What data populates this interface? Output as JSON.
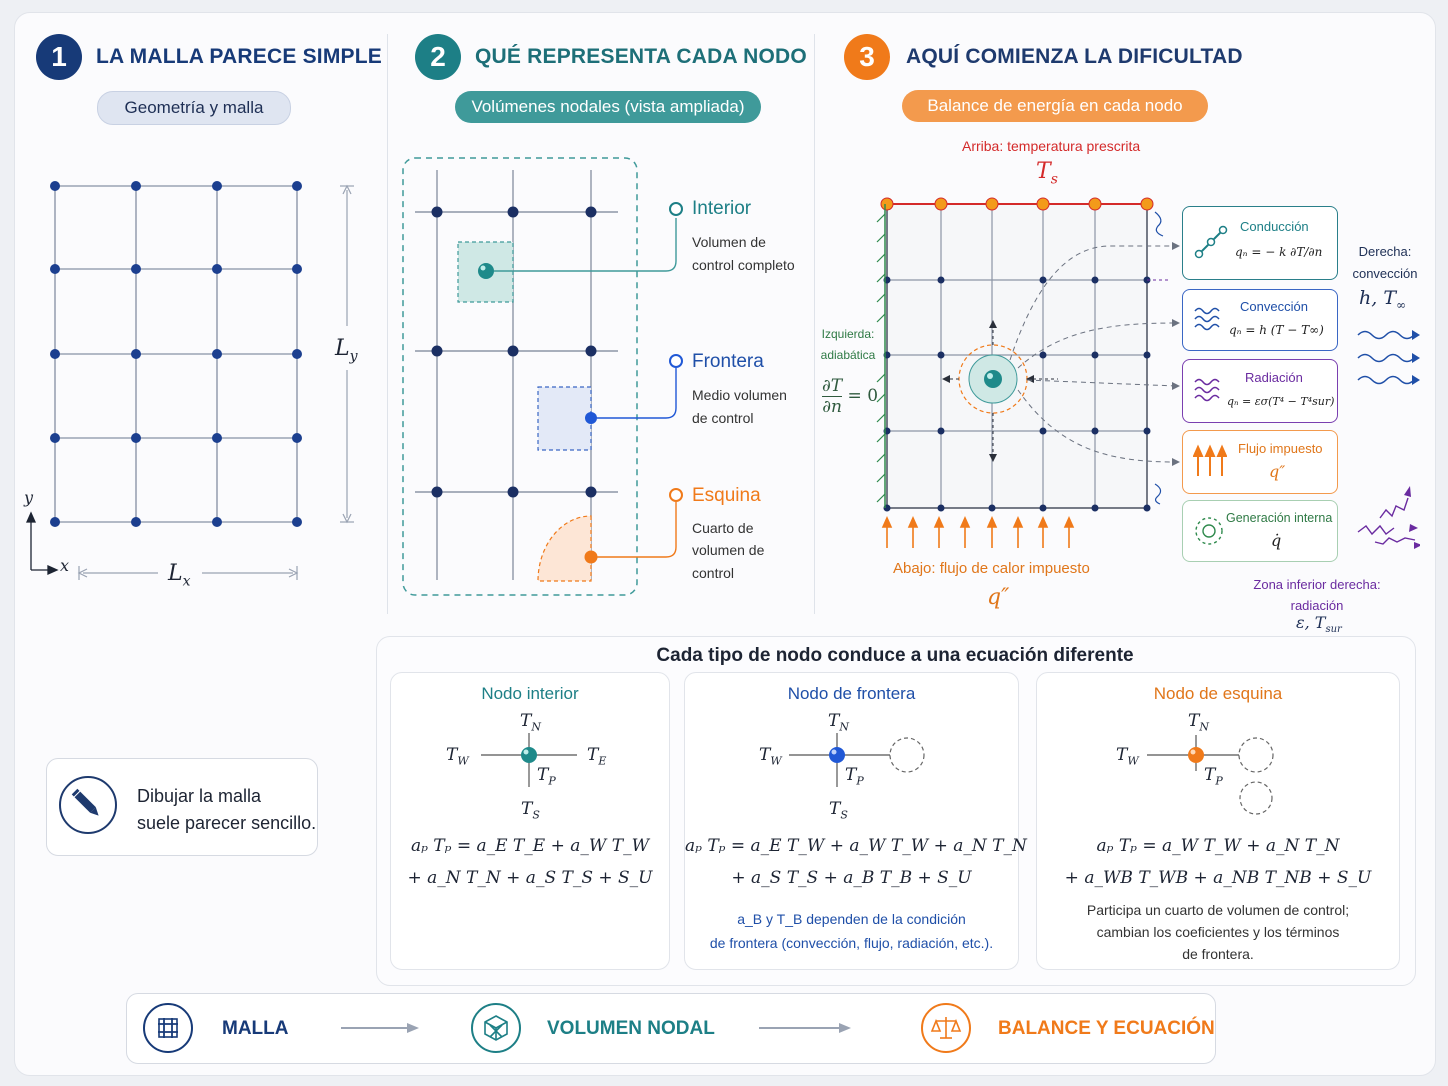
{
  "sections": [
    {
      "number": "1",
      "title": "LA MALLA PARECE SIMPLE",
      "subtitle": "Geometría y malla",
      "color": "#173a78",
      "accent": "#dfe5f1"
    },
    {
      "number": "2",
      "title": "QUÉ REPRESENTA CADA NODO",
      "subtitle": "Volúmenes nodales (vista ampliada)",
      "color": "#1d7f86",
      "accent": "#3f9a9a"
    },
    {
      "number": "3",
      "title": "AQUÍ COMIENZA LA DIFICULTAD",
      "subtitle": "Balance de energía en cada nodo",
      "color": "#1e3a6e",
      "accent": "#f39a4d"
    }
  ],
  "panel1": {
    "Ly": "L",
    "Ly_sub": "y",
    "Lx": "L",
    "Lx_sub": "x",
    "axis_y": "y",
    "axis_x": "x"
  },
  "panel2": {
    "node_types": [
      {
        "name": "Interior",
        "desc1": "Volumen de",
        "desc2": "control completo",
        "desc3": ""
      },
      {
        "name": "Frontera",
        "desc1": "Medio volumen",
        "desc2": "de control",
        "desc3": ""
      },
      {
        "name": "Esquina",
        "desc1": "Cuarto de",
        "desc2": "volumen de",
        "desc3": "control"
      }
    ]
  },
  "panel3": {
    "top_label": "Arriba: temperatura prescrita",
    "top_symbol": "T",
    "top_symbol_sub": "s",
    "left_label_1": "Izquierda:",
    "left_label_2": "adiabática",
    "left_eq_num": "∂T",
    "left_eq_den": "∂n",
    "left_eq_rhs": "= 0",
    "bottom_label": "Abajo: flujo de calor impuesto",
    "bottom_symbol": "q″",
    "right_label_1": "Derecha:",
    "right_label_2": "convección",
    "right_symbol": "h,  T",
    "right_symbol_sub": "∞",
    "corner_label_1": "Zona inferior derecha:",
    "corner_label_2": "radiación",
    "corner_symbol": "ε,  T",
    "corner_symbol_sub": "sur",
    "mechanisms": [
      {
        "name": "Conducción",
        "eq": "qₙ = − k ∂T/∂n",
        "color": "#1d7f86"
      },
      {
        "name": "Convección",
        "eq": "qₙ = h (T − T∞)",
        "color": "#1f4fa8"
      },
      {
        "name": "Radiación",
        "eq": "qₙ = εσ(T⁴ − T⁴sur)",
        "color": "#6a2ba0"
      },
      {
        "name": "Flujo impuesto",
        "eq": "q″",
        "color": "#f07a1a"
      },
      {
        "name": "Generación interna",
        "eq": "q̇",
        "color": "#2f8a4d"
      }
    ]
  },
  "equations": {
    "header": "Cada tipo de nodo conduce a una ecuación diferente",
    "interior": {
      "title": "Nodo interior",
      "labels": {
        "N": "T",
        "N_sub": "N",
        "W": "T",
        "W_sub": "W",
        "E": "T",
        "E_sub": "E",
        "P": "T",
        "P_sub": "P",
        "S": "T",
        "S_sub": "S"
      },
      "line1": "aₚ Tₚ = a_E T_E + a_W T_W",
      "line2": "+ a_N T_N + a_S T_S + S_U"
    },
    "frontera": {
      "title": "Nodo de frontera",
      "labels": {
        "N": "T",
        "N_sub": "N",
        "W": "T",
        "W_sub": "W",
        "P": "T",
        "P_sub": "P",
        "S": "T",
        "S_sub": "S"
      },
      "line1": "aₚ Tₚ = a_E T_W + a_W T_W + a_N T_N",
      "line2": "+ a_S T_S + a_B T_B + S_U",
      "note1": "a_B y T_B dependen de la condición",
      "note2": "de frontera (convección, flujo, radiación, etc.)."
    },
    "esquina": {
      "title": "Nodo de esquina",
      "labels": {
        "N": "T",
        "N_sub": "N",
        "W": "T",
        "W_sub": "W",
        "P": "T",
        "P_sub": "P"
      },
      "line1": "aₚ Tₚ = a_W T_W + a_N T_N",
      "line2": "+ a_WB T_WB + a_NB T_NB + S_U",
      "note1": "Participa un cuarto de volumen de control;",
      "note2": "cambian los coeficientes y los términos",
      "note3": "de frontera."
    }
  },
  "note": {
    "line1": "Dibujar la malla",
    "line2": "suele parecer sencillo."
  },
  "flow": [
    {
      "label": "MALLA",
      "icon": "grid-icon",
      "color": "#173a78"
    },
    {
      "label": "VOLUMEN NODAL",
      "icon": "cube-icon",
      "color": "#1d7f86"
    },
    {
      "label": "BALANCE Y ECUACIÓN",
      "icon": "scale-icon",
      "color": "#f07a1a"
    }
  ]
}
